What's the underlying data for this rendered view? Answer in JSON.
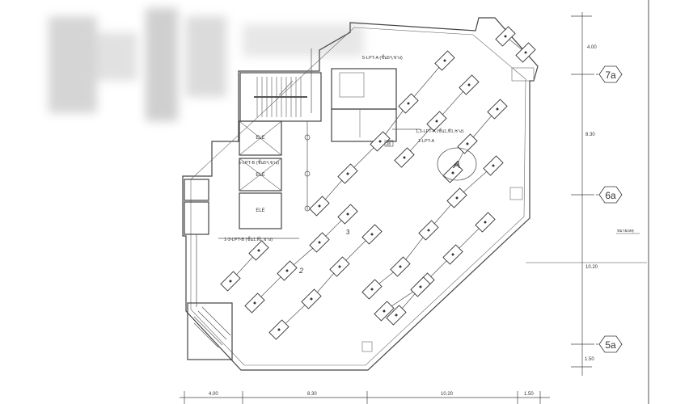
{
  "drawing": {
    "circuit_labels": [
      "5-LPT-A (ชั้น5ฯ,ชาง)",
      "1,3-LPT-A (ชั้น1,ที่1,ชาง)",
      "1-LPT-A",
      "5-LPT-B (ชั้น5ฯ,ชาง)",
      "1-3-LPT-B (ชั้น1,ที่1,ชาง)"
    ],
    "elevator_label": "ELE",
    "zone_labels": [
      "A",
      "3",
      "2"
    ],
    "panel_tag": "28",
    "note_label": "หมายเหตุ",
    "grid_bubbles": [
      "7a",
      "6a",
      "5a"
    ],
    "dims_vertical": [
      "4.00",
      "8.30",
      "10.20",
      "1.50"
    ],
    "dims_horizontal": [
      "4.00",
      "8.30",
      "10.20",
      "1.50"
    ]
  }
}
